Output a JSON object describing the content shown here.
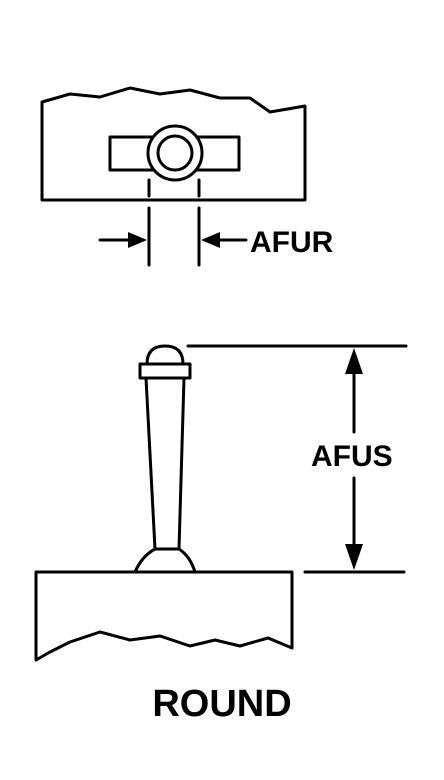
{
  "labels": {
    "afur": "AFUR",
    "afus": "AFUS",
    "round": "ROUND"
  }
}
